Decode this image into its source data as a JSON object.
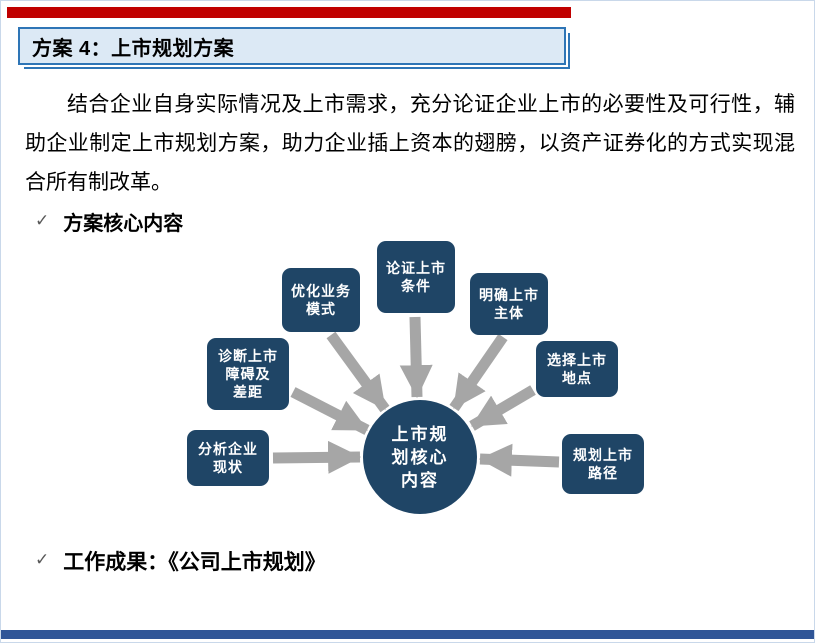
{
  "slide": {
    "title": "方案 4：上市规划方案",
    "body_paragraph": "结合企业自身实际情况及上市需求，充分论证企业上市的必要性及可行性，辅助企业制定上市规划方案，助力企业插上资本的翅膀，以资产证券化的方式实现混合所有制改革。",
    "bullets": [
      {
        "marker": "✓",
        "label": "方案核心内容"
      },
      {
        "marker": "✓",
        "label": "工作成果：《公司上市规划》"
      }
    ]
  },
  "diagram": {
    "center": {
      "label": "上市规划核心内容",
      "lines": [
        "上市规",
        "划核心",
        "内容"
      ]
    },
    "nodes": [
      {
        "id": "analyze-status",
        "label": "分析企业现状",
        "lines": [
          "分析企业",
          "现状"
        ]
      },
      {
        "id": "diagnose-gaps",
        "label": "诊断上市障碍及差距",
        "lines": [
          "诊断上市",
          "障碍及",
          "差距"
        ]
      },
      {
        "id": "optimize-model",
        "label": "优化业务模式",
        "lines": [
          "优化业务",
          "模式"
        ]
      },
      {
        "id": "justify-conditions",
        "label": "论证上市条件",
        "lines": [
          "论证上市",
          "条件"
        ]
      },
      {
        "id": "clarify-entity",
        "label": "明确上市主体",
        "lines": [
          "明确上市",
          "主体"
        ]
      },
      {
        "id": "choose-venue",
        "label": "选择上市地点",
        "lines": [
          "选择上市",
          "地点"
        ]
      },
      {
        "id": "plan-path",
        "label": "规划上市路径",
        "lines": [
          "规划上市",
          "路径"
        ]
      }
    ]
  },
  "colors": {
    "accent_red": "#C00000",
    "title_fill": "#DCE9F5",
    "title_border": "#2E75B6",
    "node_navy": "#1F4566",
    "arrow_gray": "#A6A6A6",
    "footer_blue": "#2F5597",
    "text_black": "#000000"
  }
}
